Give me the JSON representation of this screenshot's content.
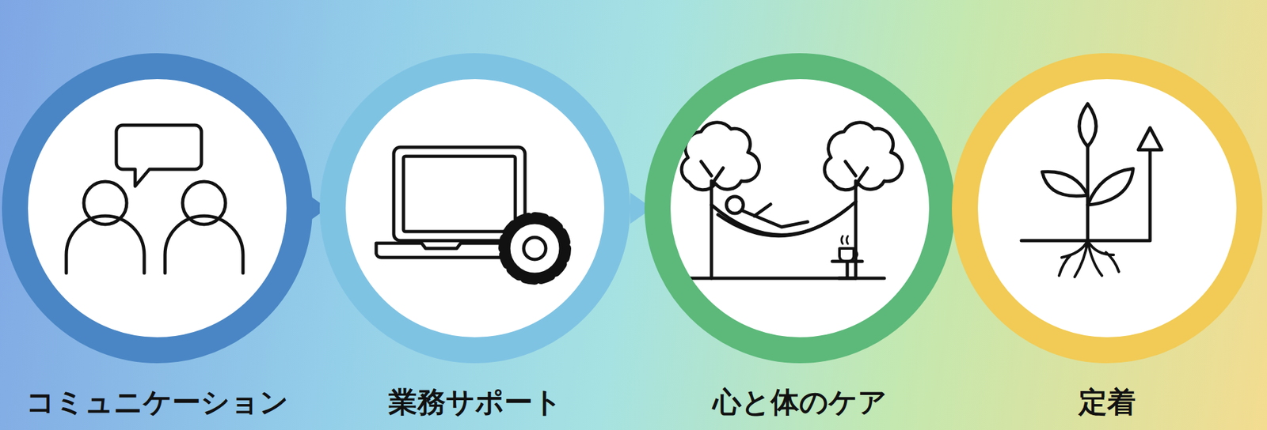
{
  "diagram": {
    "nodes": [
      {
        "text": [
          "コミュニケーション"
        ]
      },
      {
        "text": [
          "業務サポート"
        ]
      },
      {
        "text": [
          "心と体のケア"
        ]
      },
      {
        "text": [
          "定着"
        ]
      }
    ],
    "edges": [
      {
        "from": 0,
        "to": 1,
        "arrow": "to"
      },
      {
        "from": 1,
        "to": 2,
        "arrow": "to"
      },
      {
        "from": 2,
        "to": 3,
        "arrow": "to"
      }
    ]
  }
}
